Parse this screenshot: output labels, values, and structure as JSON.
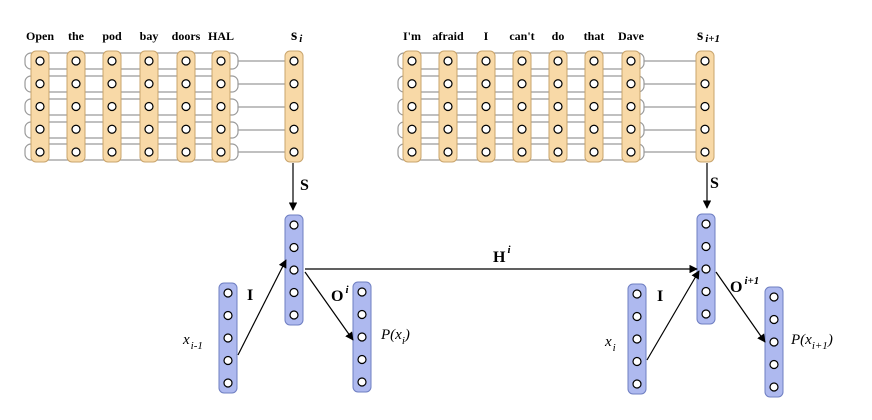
{
  "diagram": {
    "sentence_left": {
      "words": [
        "Open",
        "the",
        "pod",
        "bay",
        "doors",
        "HAL"
      ],
      "label": "s",
      "label_sub": "i"
    },
    "sentence_right": {
      "words": [
        "I'm",
        "afraid",
        "I",
        "can't",
        "do",
        "that",
        "Dave"
      ],
      "label": "s",
      "label_sub": "i+1"
    },
    "matrices": {
      "S": "S",
      "I": "I",
      "O": "O",
      "O_sup_left": "i",
      "O_sup_right": "i+1",
      "H": "H",
      "H_sup": "i"
    },
    "inputs": {
      "left": {
        "base": "x",
        "sub": "i-1"
      },
      "right": {
        "base": "x",
        "sub": "i"
      }
    },
    "outputs": {
      "left": {
        "prefix": "P(x",
        "sub": "i",
        "suffix": ")"
      },
      "right": {
        "prefix": "P(x",
        "sub": "i+1",
        "suffix": ")"
      }
    },
    "colors": {
      "word_column_fill": "#f8d9a7",
      "word_column_stroke": "#c9a56d",
      "hidden_column_fill": "#aeb9ef",
      "hidden_column_stroke": "#6f7fc2",
      "node_stroke": "#000000",
      "row_box_stroke": "#9a9a9a",
      "arrow": "#000000"
    }
  }
}
